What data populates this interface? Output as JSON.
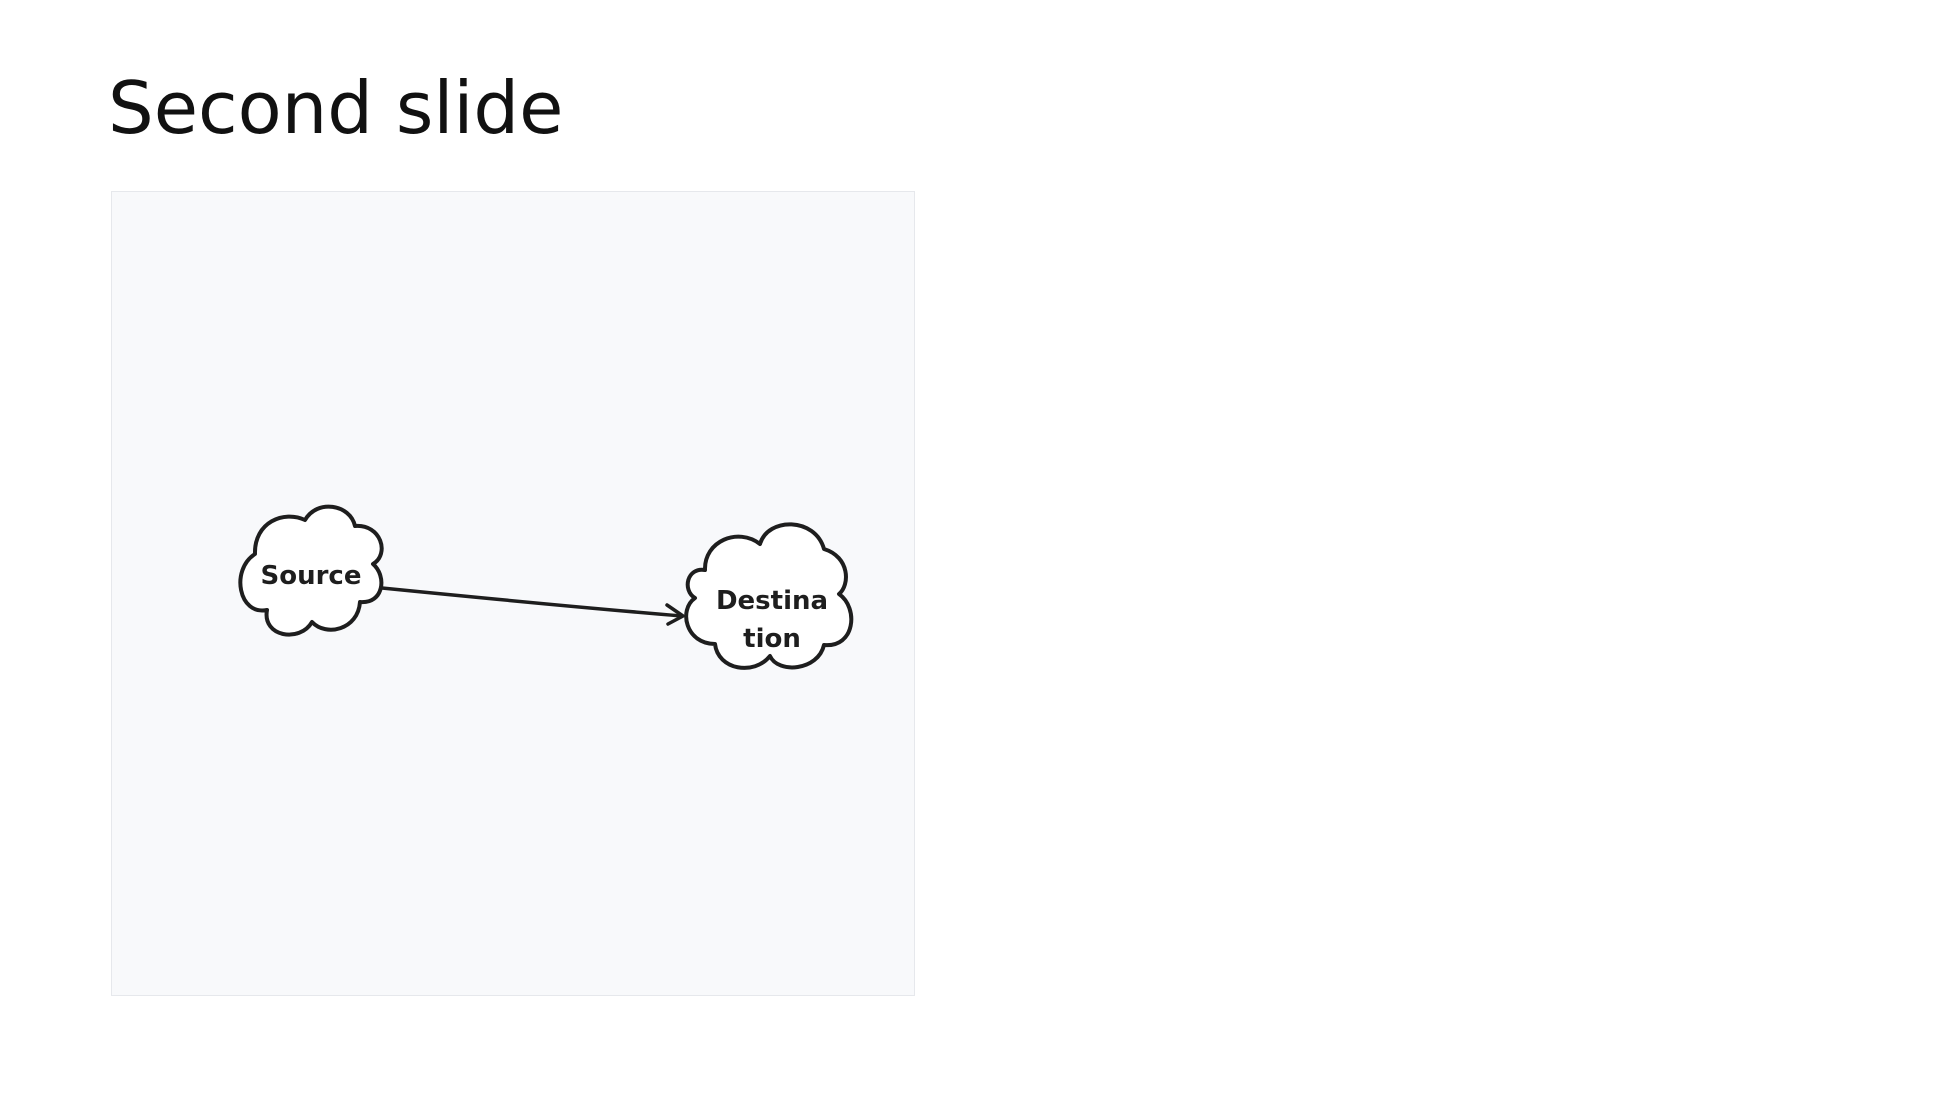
{
  "slide": {
    "title": "Second slide"
  },
  "diagram": {
    "nodes": [
      {
        "id": "source",
        "shape": "cloud",
        "lines": [
          "Source"
        ]
      },
      {
        "id": "destination",
        "shape": "cloud",
        "lines": [
          "Destina",
          "tion"
        ]
      }
    ],
    "edges": [
      {
        "from": "source",
        "to": "destination",
        "arrow": "end"
      }
    ],
    "colors": {
      "stroke": "#1e1e1e",
      "node_fill": "#ffffff",
      "canvas_background": "#f8f9fb"
    }
  }
}
